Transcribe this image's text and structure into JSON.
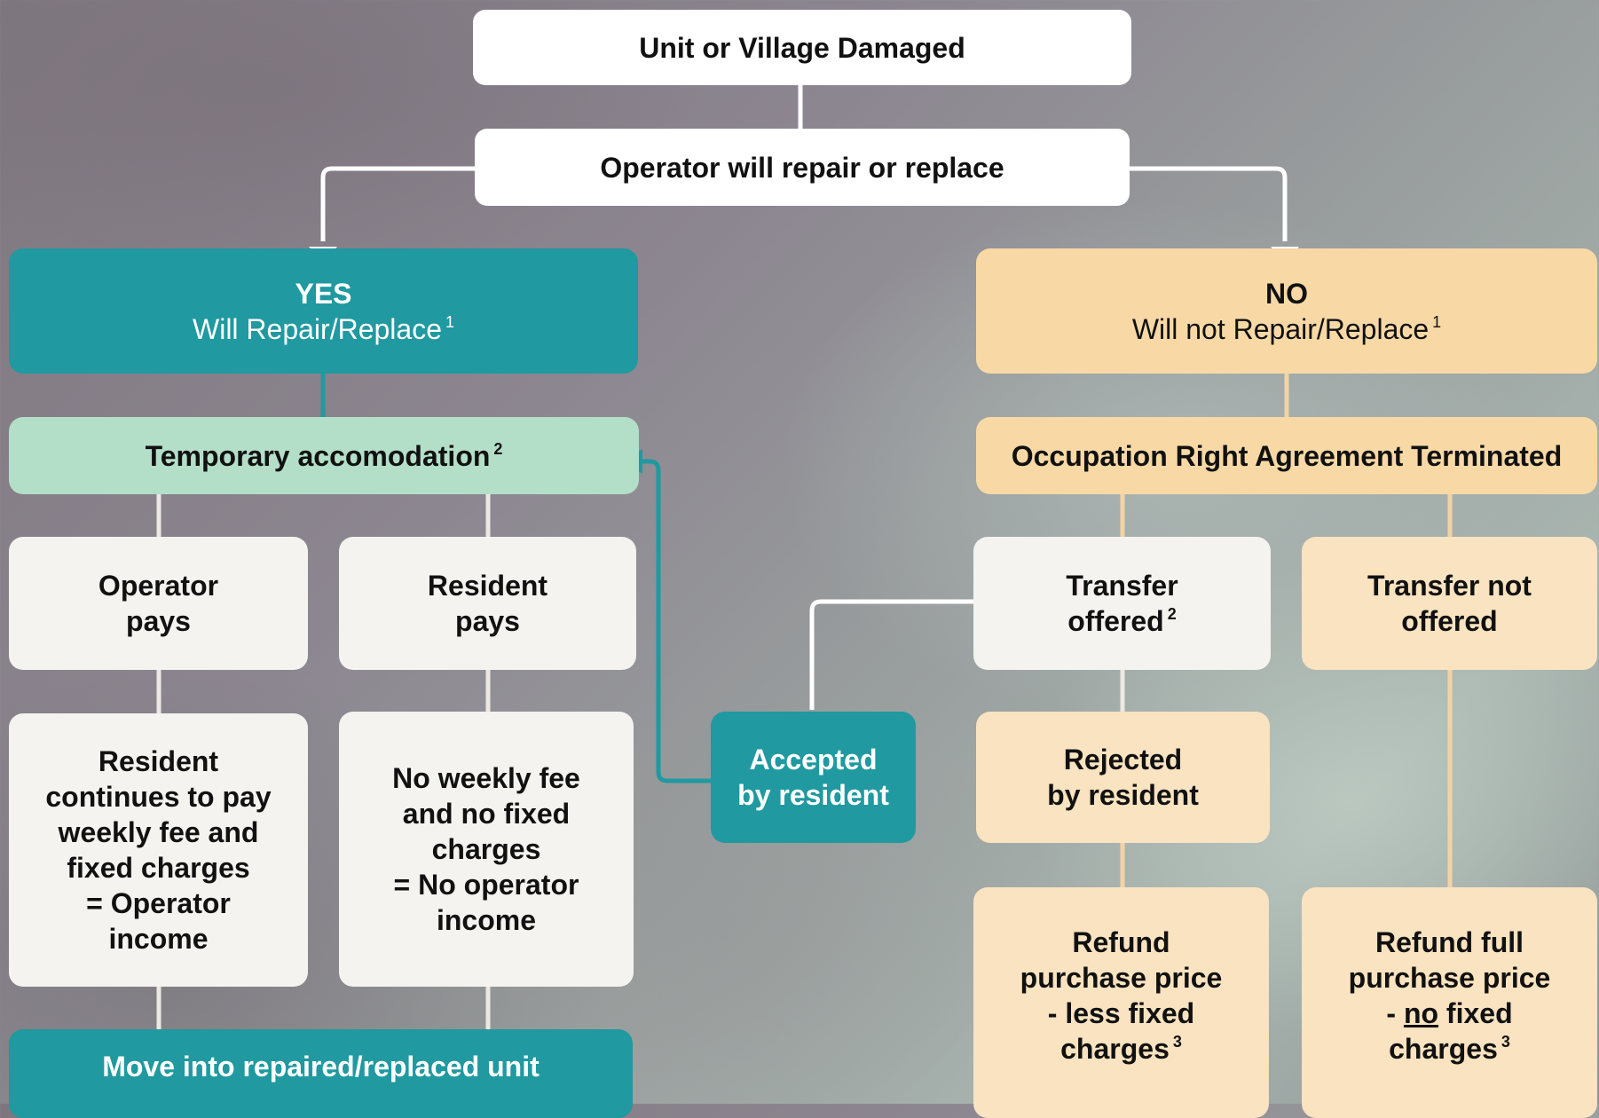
{
  "colors": {
    "teal": "#2099a0",
    "mint": "#b3dfc9",
    "peach": "#f8d9a5",
    "cream": "#f9e3c0",
    "white": "#ffffff",
    "light": "#f4f3ef"
  },
  "nodes": {
    "damaged": "Unit or Village Damaged",
    "question": "Operator will repair or replace",
    "yes": {
      "title": "YES",
      "subtitle": "Will Repair/Replace",
      "note": "1"
    },
    "no": {
      "title": "NO",
      "subtitle": "Will not Repair/Replace",
      "note": "1"
    },
    "temp": {
      "label": "Temporary accomodation",
      "note": "2"
    },
    "ora": "Occupation Right Agreement Terminated",
    "operator_pays": [
      "Operator",
      "pays"
    ],
    "resident_pays": [
      "Resident",
      "pays"
    ],
    "transfer_offered": {
      "lines": [
        "Transfer",
        "offered"
      ],
      "note": "2"
    },
    "transfer_not_offered": [
      "Transfer not",
      "offered"
    ],
    "resident_continues": [
      "Resident",
      "continues to pay",
      "weekly fee and",
      "fixed charges",
      "= Operator",
      "income"
    ],
    "no_weekly_fee": [
      "No weekly fee",
      "and no fixed",
      "charges",
      "= No operator",
      "income"
    ],
    "accepted": [
      "Accepted",
      "by resident"
    ],
    "rejected": [
      "Rejected",
      "by resident"
    ],
    "move_into": "Move into repaired/replaced unit",
    "refund_less": {
      "lines": [
        "Refund",
        "purchase  price",
        "- less fixed",
        "charges"
      ],
      "note": "3"
    },
    "refund_full": {
      "lines": [
        "Refund full",
        "purchase  price",
        "no",
        "fixed",
        "charges"
      ],
      "line3_prefix": "- ",
      "note": "3"
    }
  }
}
